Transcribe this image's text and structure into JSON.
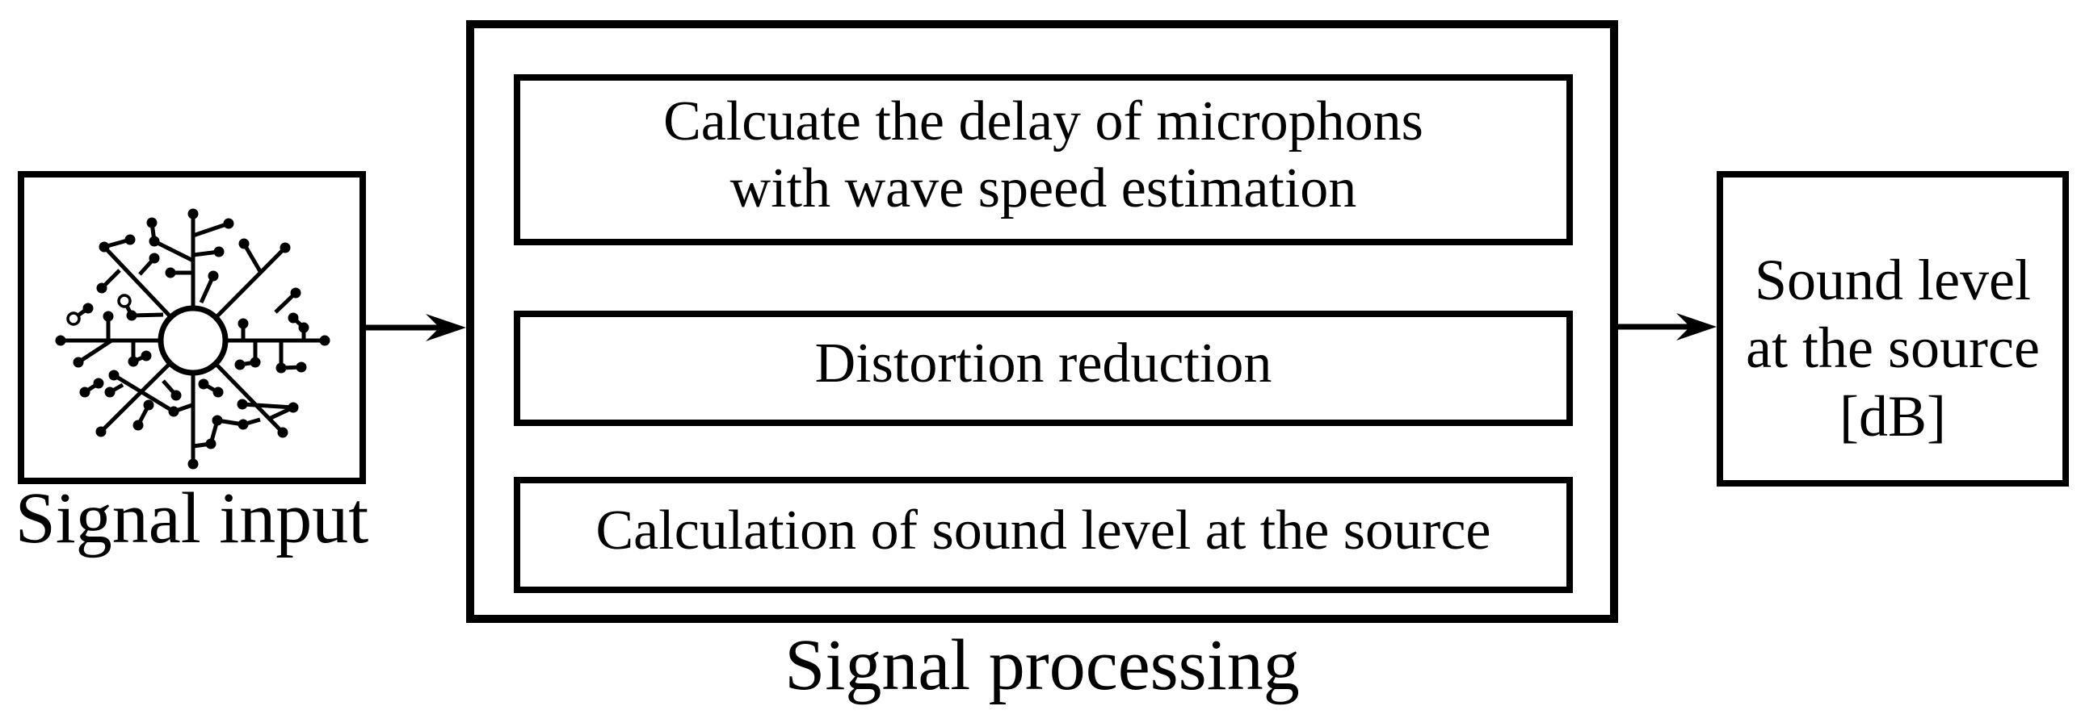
{
  "colors": {
    "ink": "#000000",
    "background": "#ffffff"
  },
  "diagram": {
    "input_box": {
      "label": "Signal input",
      "icon": "microphone-array-icon"
    },
    "processing_box": {
      "label": "Signal processing",
      "steps": [
        {
          "line1": "Calcuate the delay of microphons",
          "line2": "with wave speed estimation"
        },
        {
          "line1": "Distortion reduction"
        },
        {
          "line1": "Calculation of sound level at the source"
        }
      ]
    },
    "output_box": {
      "line1": "Sound level",
      "line2": "at the source",
      "line3": "[dB]"
    }
  }
}
